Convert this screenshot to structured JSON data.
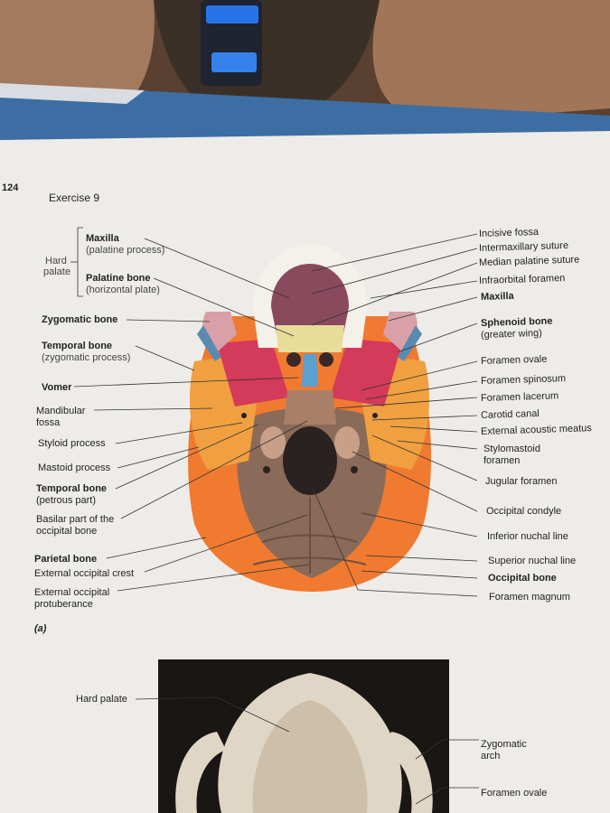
{
  "page": {
    "number": "124",
    "exercise": "Exercise 9",
    "panel_label": "(a)"
  },
  "left_labels": {
    "hard": "Hard",
    "palate": "palate",
    "maxilla": "Maxilla",
    "maxilla_sub": "(palatine process)",
    "palatine_bone": "Palatine bone",
    "palatine_sub": "(horizontal plate)",
    "zygomatic_bone": "Zygomatic bone",
    "temporal_bone": "Temporal bone",
    "temporal_sub": "(zygomatic process)",
    "vomer": "Vomer",
    "mandibular": "Mandibular",
    "fossa": "fossa",
    "styloid": "Styloid process",
    "mastoid": "Mastoid process",
    "temporal_bone2": "Temporal bone",
    "petrous": "(petrous part)",
    "basilar1": "Basilar part of the",
    "basilar2": "occipital bone",
    "parietal": "Parietal bone",
    "ext_crest": "External occipital crest",
    "ext_prot1": "External occipital",
    "ext_prot2": "protuberance"
  },
  "right_labels": {
    "incisive": "Incisive fossa",
    "intermax": "Intermaxillary suture",
    "median_pal": "Median palatine suture",
    "infraorbital": "Infraorbital foramen",
    "maxilla": "Maxilla",
    "sphenoid": "Sphenoid bone",
    "greater_wing": "(greater wing)",
    "f_ovale": "Foramen ovale",
    "f_spinosum": "Foramen spinosum",
    "f_lacerum": "Foramen lacerum",
    "carotid": "Carotid canal",
    "ext_acoustic": "External acoustic meatus",
    "stylomastoid1": "Stylomastoid",
    "stylomastoid2": "foramen",
    "jugular": "Jugular foramen",
    "occ_condyle": "Occipital condyle",
    "inf_nuchal": "Inferior nuchal line",
    "sup_nuchal": "Superior nuchal line",
    "occipital": "Occipital bone",
    "f_magnum": "Foramen magnum"
  },
  "photo_labels": {
    "hard_palate": "Hard palate",
    "zygomatic1": "Zygomatic",
    "zygomatic2": "arch",
    "f_ovale": "Foramen ovale"
  },
  "colors": {
    "paper": "#eeece8",
    "blue_cover": "#3a6a9e",
    "maxilla": "#8a4a5e",
    "palatine": "#e8dc9a",
    "zygomatic": "#d9a0a8",
    "sphenoid": "#d43a5a",
    "temporal": "#f0a040",
    "occipital": "#8a6a58",
    "parietal": "#f07a30",
    "vomer": "#5aa0d0"
  }
}
